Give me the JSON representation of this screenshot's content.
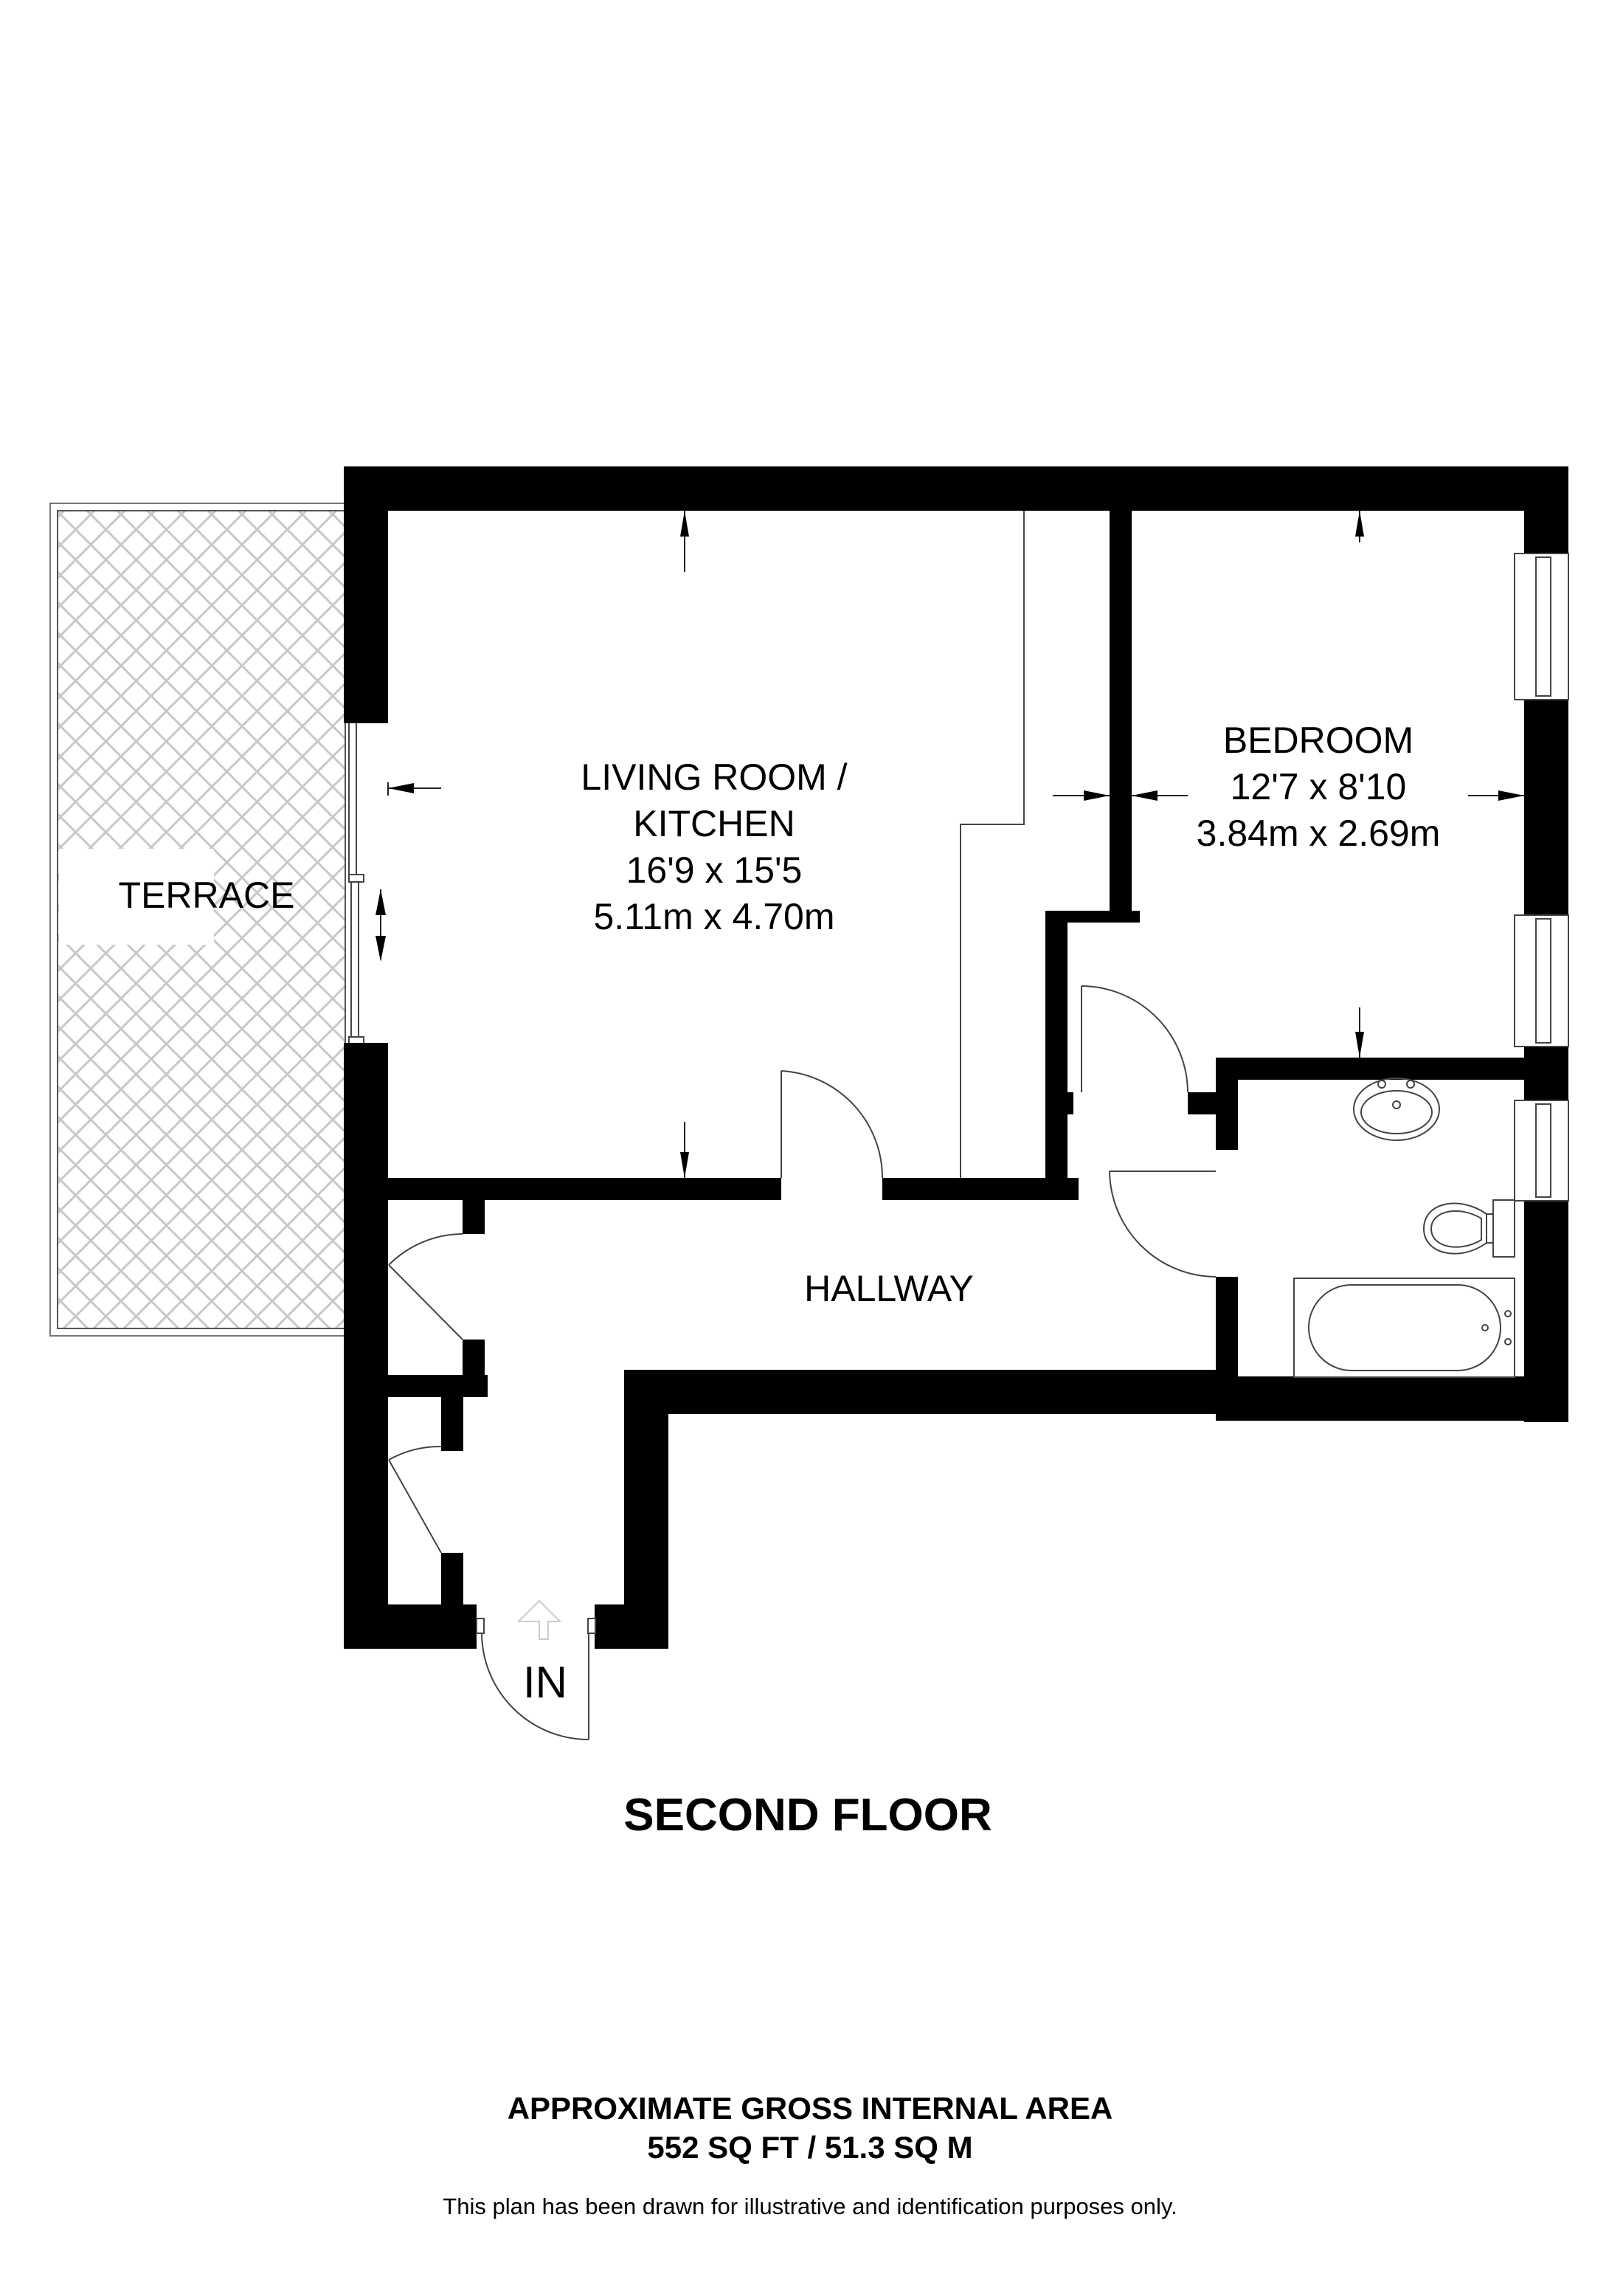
{
  "rooms": {
    "living": {
      "name_line1": "LIVING ROOM /",
      "name_line2": "KITCHEN",
      "size_imperial": "16'9 x 15'5",
      "size_metric": "5.11m x 4.70m"
    },
    "bedroom": {
      "name": "BEDROOM",
      "size_imperial": "12'7 x 8'10",
      "size_metric": "3.84m x 2.69m"
    },
    "terrace": {
      "name": "TERRACE"
    },
    "hallway": {
      "name": "HALLWAY"
    }
  },
  "entrance": {
    "label": "IN",
    "icon": "entry-arrow-up"
  },
  "floor": {
    "title": "SECOND FLOOR"
  },
  "area": {
    "heading": "APPROXIMATE GROSS INTERNAL AREA",
    "value": "552 SQ FT / 51.3 SQ M"
  },
  "disclaimer": "This plan has been drawn for illustrative and identification purposes only.",
  "colors": {
    "wall": "#000000",
    "hatch": "#c8c8c8",
    "line": "#444444",
    "background": "#ffffff"
  }
}
